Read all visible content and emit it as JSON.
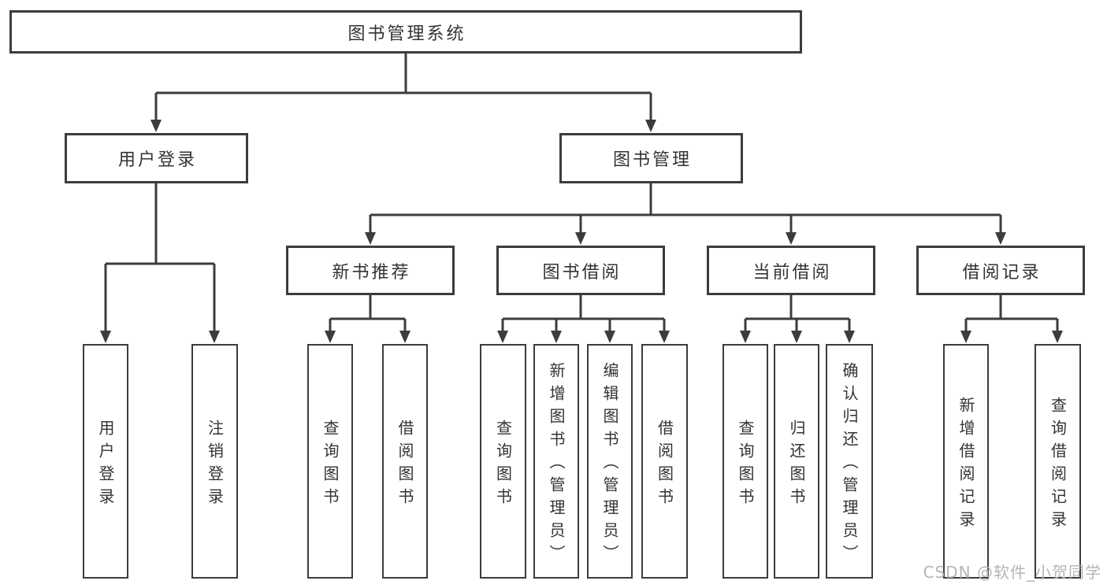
{
  "diagram": {
    "root": {
      "label": "图书管理系统"
    },
    "level2": [
      {
        "id": "user-login",
        "label": "用户登录"
      },
      {
        "id": "book-management",
        "label": "图书管理"
      }
    ],
    "level3": [
      {
        "id": "new-book-recommend",
        "parent": "book-management",
        "label": "新书推荐"
      },
      {
        "id": "book-borrowing",
        "parent": "book-management",
        "label": "图书借阅"
      },
      {
        "id": "current-borrowing",
        "parent": "book-management",
        "label": "当前借阅"
      },
      {
        "id": "borrowing-records",
        "parent": "book-management",
        "label": "借阅记录"
      }
    ],
    "leaves": [
      {
        "parent": "user-login",
        "label": "用户登录"
      },
      {
        "parent": "user-login",
        "label": "注销登录"
      },
      {
        "parent": "new-book-recommend",
        "label": "查询图书"
      },
      {
        "parent": "new-book-recommend",
        "label": "借阅图书"
      },
      {
        "parent": "book-borrowing",
        "label": "查询图书"
      },
      {
        "parent": "book-borrowing",
        "label": "新增图书（管理员）"
      },
      {
        "parent": "book-borrowing",
        "label": "编辑图书（管理员）"
      },
      {
        "parent": "book-borrowing",
        "label": "借阅图书"
      },
      {
        "parent": "current-borrowing",
        "label": "查询图书"
      },
      {
        "parent": "current-borrowing",
        "label": "归还图书"
      },
      {
        "parent": "current-borrowing",
        "label": "确认归还（管理员）"
      },
      {
        "parent": "borrowing-records",
        "label": "新增借阅记录"
      },
      {
        "parent": "borrowing-records",
        "label": "查询借阅记录"
      }
    ]
  },
  "watermark": {
    "text": "CSDN @软件_小贺同学"
  },
  "colors": {
    "line": "#3c3c3c",
    "text": "#333333",
    "watermark": "#b5b5b5",
    "background": "#ffffff"
  }
}
